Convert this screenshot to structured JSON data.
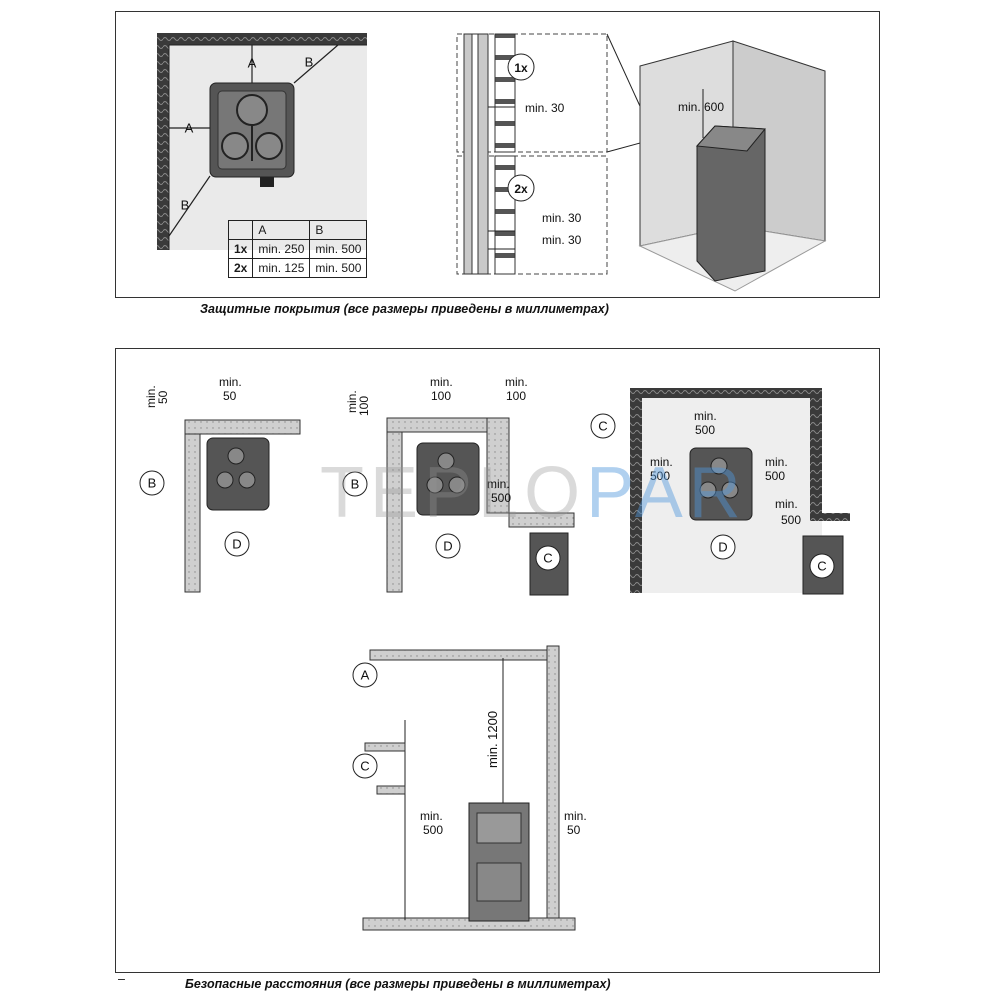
{
  "section1": {
    "caption": "Защитные покрытия (все размеры приведены в миллиметрах)",
    "letters": {
      "a": "A",
      "b": "B"
    },
    "table": {
      "headers": [
        "",
        "A",
        "B"
      ],
      "rows": [
        [
          "1x",
          "min. 250",
          "min. 500"
        ],
        [
          "2x",
          "min. 125",
          "min. 500"
        ]
      ]
    },
    "detail": {
      "one_layer": "1x",
      "two_layers": "2x",
      "min30": "min. 30",
      "min600": "min. 600"
    }
  },
  "section2": {
    "caption": "Безопасные расстояния (все размеры приведены в миллиметрах)",
    "labels": {
      "a": "A",
      "b": "B",
      "c": "C",
      "d": "D"
    },
    "min": "min.",
    "values": {
      "v50": "50",
      "v100": "100",
      "v500": "500"
    },
    "min1200": "min. 1200",
    "min500": "min.\n500",
    "min50": "min.\n50"
  },
  "watermark": {
    "part1": "TEPLO",
    "part2": "PAR"
  },
  "footnote": "–"
}
